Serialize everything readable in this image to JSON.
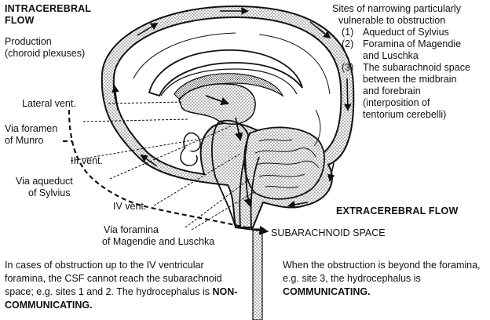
{
  "heading_intra": [
    "INTRACEREBRAL",
    "FLOW"
  ],
  "production": [
    "Production",
    "(choroid plexuses)"
  ],
  "sites": {
    "intro": [
      "Sites of narrowing particularly",
      "vulnerable to obstruction"
    ],
    "items": [
      {
        "num": "(1)",
        "lines": [
          "Aqueduct of Sylvius"
        ]
      },
      {
        "num": "(2)",
        "lines": [
          "Foramina of Magendie",
          "and Luschka"
        ]
      },
      {
        "num": "(3)",
        "lines": [
          "The subarachnoid space",
          "between the midbrain",
          "and forebrain",
          "(interposition of",
          "tentorium cerebelli)"
        ]
      }
    ]
  },
  "labels": {
    "lateral_vent": "Lateral vent.",
    "via_munro": [
      "Via foramen",
      "of Munro"
    ],
    "third_vent": "III vent.",
    "via_aqueduct": [
      "Via aqueduct",
      "of Sylvius"
    ],
    "fourth_vent": "IV vent.",
    "via_foramina": [
      "Via foramina",
      "of Magendie and Luschka"
    ]
  },
  "heading_extra": "EXTRACEREBRAL FLOW",
  "subarachnoid": "SUBARACHNOID SPACE",
  "para_left": {
    "text": "In cases of obstruction up to the IV ventricular foramina, the CSF cannot reach the subarachnoid space; e.g. sites 1 and 2. The hydrocephalus is ",
    "bold": "NON-COMMUNICATING."
  },
  "para_right": {
    "text": "When the obstruction is beyond the foramina, e.g. site 3, the hydrocephalus is ",
    "bold": "COMMUNICATING."
  }
}
